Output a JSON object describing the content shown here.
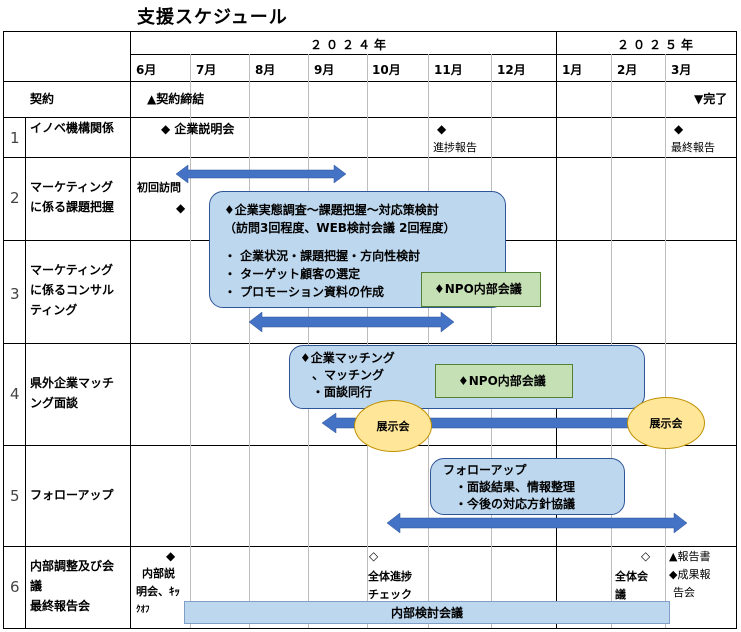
{
  "title": "支援スケジュール",
  "years": [
    "２０２４年",
    "２０２５年"
  ],
  "months": [
    "6月",
    "7月",
    "8月",
    "9月",
    "10月",
    "11月",
    "12月",
    "1月",
    "2月",
    "3月"
  ],
  "contract": {
    "label": "契約",
    "start": "▲契約締結",
    "end": "▼完了"
  },
  "rows": [
    {
      "num": "1",
      "label": [
        "イノベ機構関係"
      ]
    },
    {
      "num": "2",
      "label": [
        "マーケティング",
        "に係る課題把握"
      ]
    },
    {
      "num": "3",
      "label": [
        "マーケティング",
        "に係るコンサル",
        "ティング"
      ]
    },
    {
      "num": "4",
      "label": [
        "県外企業マッチ",
        "ング面談"
      ]
    },
    {
      "num": "5",
      "label": [
        "フォローアップ"
      ]
    },
    {
      "num": "6",
      "label": [
        "内部調整及び会",
        "議",
        "最終報告会"
      ]
    }
  ],
  "row1": {
    "briefing": "◆ 企業説明会",
    "progress_mark": "◆",
    "progress_label": "進捗報告",
    "final_mark": "◆",
    "final_label": "最終報告"
  },
  "row2": {
    "first_visit": "初回訪問",
    "first_visit_mark": "◆"
  },
  "box_survey": {
    "lines": [
      "♦企業実態調査～課題把握～対応策検討",
      "（訪問3回程度、WEB検討会議 2回程度）",
      "",
      "・ 企業状況・課題把握・方向性検討",
      "・ ターゲット顧客の選定",
      "・ プロモーション資料の作成"
    ]
  },
  "npo_meeting_1": "♦NPO内部会議",
  "box_matching": {
    "lines": [
      "♦企業マッチング",
      "　、マッチング",
      "　・面談同行"
    ]
  },
  "npo_meeting_2": "♦NPO内部会議",
  "exhibitions": [
    "展示会",
    "展示会"
  ],
  "box_followup": {
    "lines": [
      "フォローアップ",
      "　・面談結果、情報整理",
      "　・今後の対応方針協議"
    ]
  },
  "row6": {
    "internal_mark": "◆",
    "internal_label": [
      "内部説",
      "明会、ｷｯ",
      "ｸｵﾌ"
    ],
    "progress_mark": "◇",
    "progress_label": [
      "全体進捗",
      "チェック"
    ],
    "all_mark": "◇",
    "all_label": [
      "全体会",
      "議"
    ],
    "report_lines": [
      "▲報告書",
      "◆成果報",
      "告会"
    ],
    "internal_bar": "内部検討会議"
  },
  "colors": {
    "arrow": "#4472c4",
    "box_blue": "#bdd7ee",
    "box_green": "#c5e0b4",
    "ellipse": "#ffe699"
  }
}
